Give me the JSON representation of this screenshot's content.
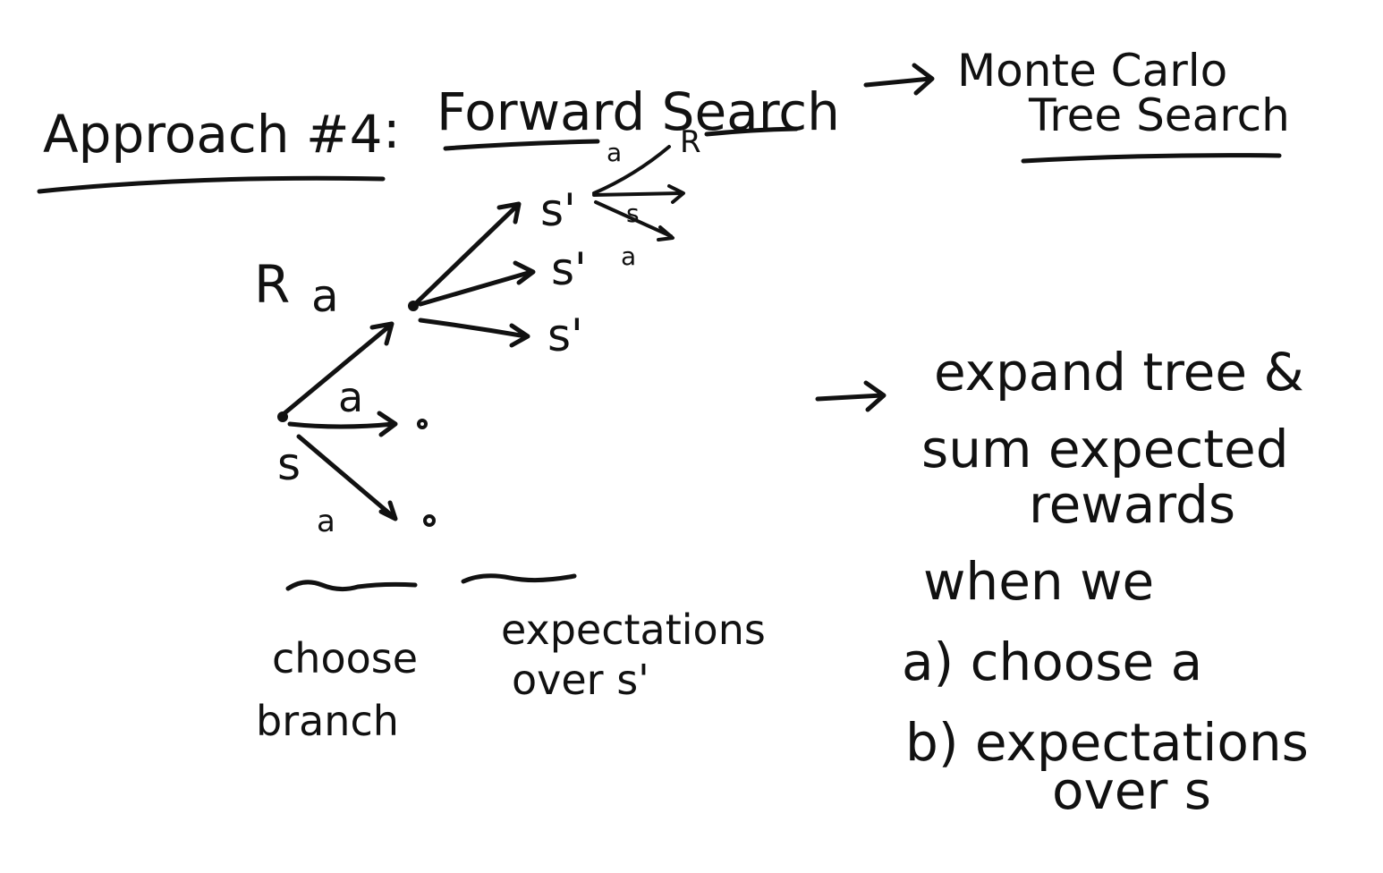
{
  "heading": {
    "approach": "Approach #4",
    "colon": ":",
    "method": "Forward Search",
    "arrow_to": "Monte Carlo",
    "arrow_to_line2": "Tree Search"
  },
  "tree": {
    "reward_label_r": "R",
    "reward_label_a": "a",
    "root_state": "s",
    "action_labels": [
      "a",
      "a",
      "a"
    ],
    "next_states": [
      "s'",
      "s'",
      "s'"
    ],
    "subtree_labels": [
      "a",
      "R",
      "s",
      "a"
    ]
  },
  "annotations": {
    "choose_branch_line1": "choose",
    "choose_branch_line2": "branch",
    "expectations_line1": "expectations",
    "expectations_line2": "over s'"
  },
  "explanation": {
    "line1": "expand tree &",
    "line2": "sum expected",
    "line3": "rewards",
    "line4": "when we",
    "item_a": "a) choose a",
    "item_b": "b) expectations",
    "item_b_line2": "over s"
  },
  "colors": {
    "ink": "#111111",
    "background": "#ffffff"
  }
}
